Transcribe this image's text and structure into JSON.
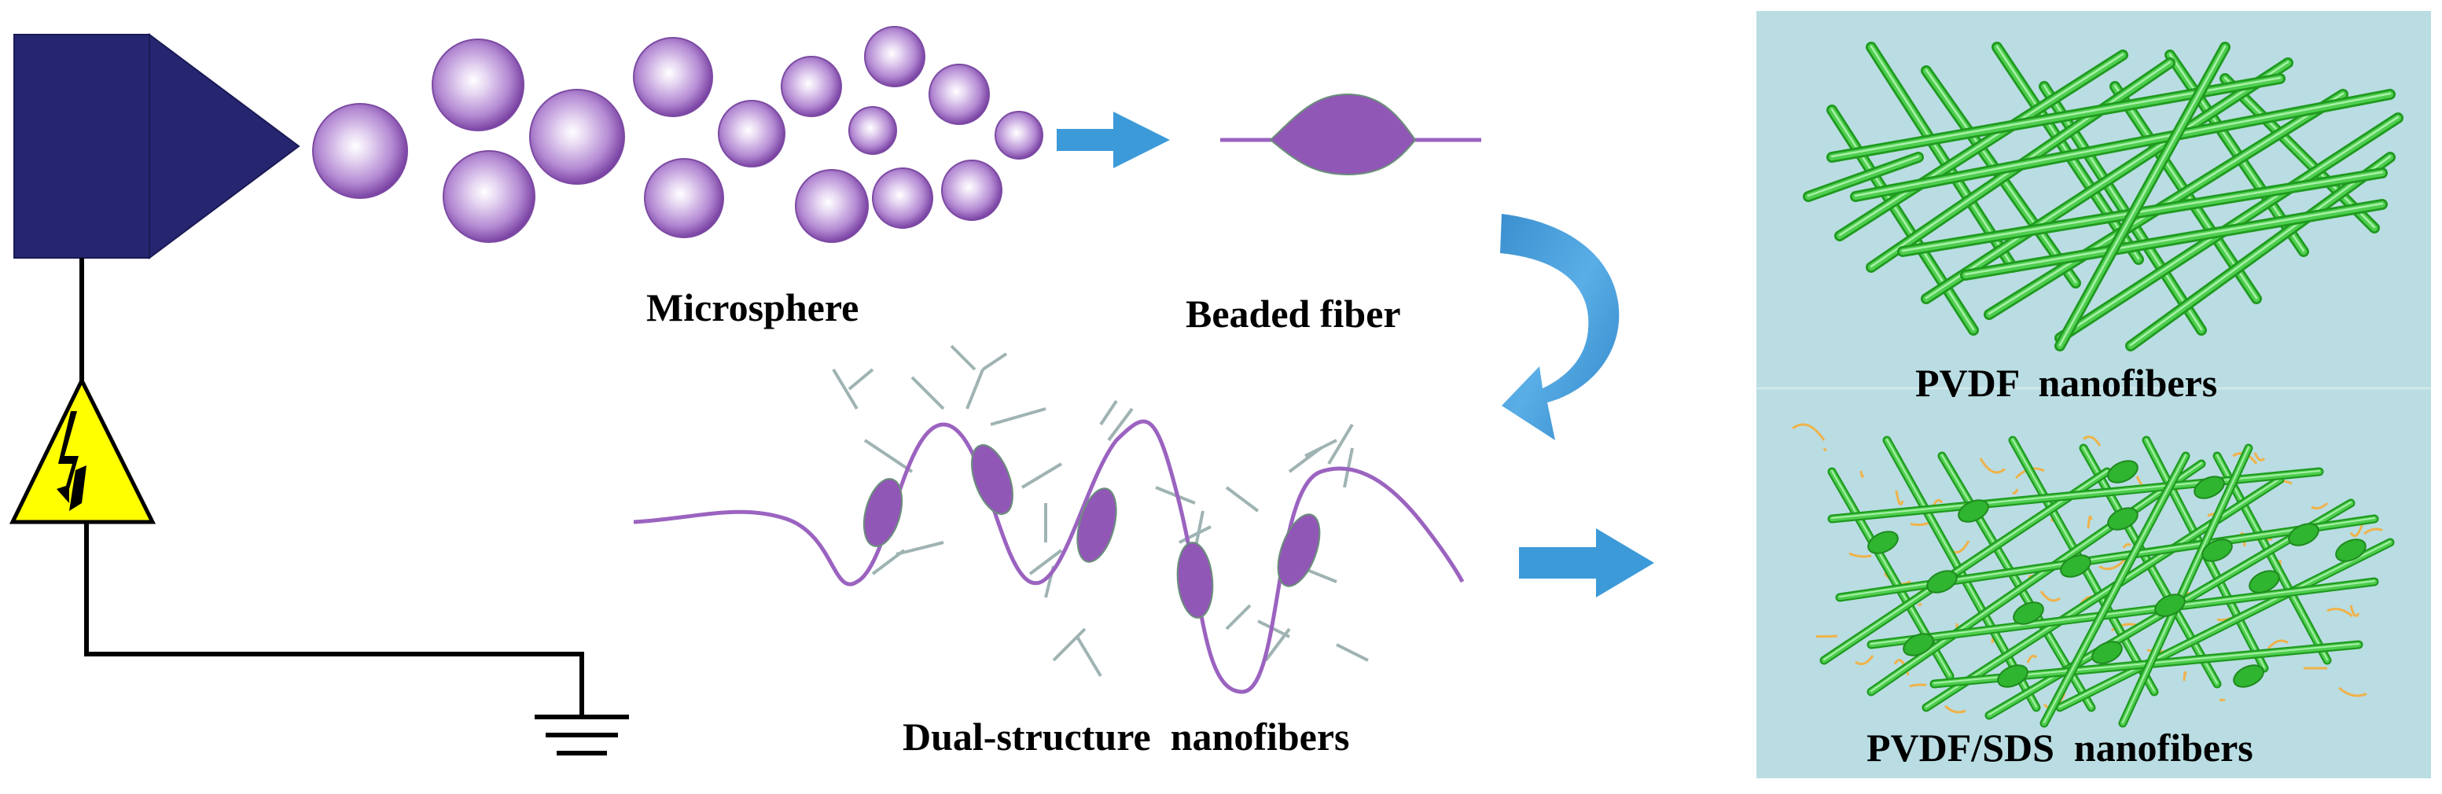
{
  "labels": {
    "microsphere": "Microsphere",
    "beaded_fiber": "Beaded fiber",
    "dual_structure": "Dual-structure  nanofibers",
    "pvdf": "PVDF  nanofibers",
    "pvdf_sds": "PVDF/SDS  nanofibers"
  },
  "icons": {
    "high_voltage": "high-voltage-icon",
    "ground": "ground-icon",
    "nozzle": "spinneret-nozzle-icon"
  },
  "colors": {
    "nozzle": "#262570",
    "sphere_light": "#ffffff",
    "sphere_mid": "#b48ad3",
    "sphere_dark": "#6a2f96",
    "fiber_purple": "#9b63c0",
    "bead_fill": "#9157b6",
    "arrow_blue": "#3d9ad8",
    "curved_arrow_blue": "#2f86c8",
    "panel_bg": "#b9dde2",
    "green_fiber": "#2fb52f",
    "green_light": "#8fe38f",
    "orange_fiber": "#f0b24a",
    "branch_gray": "#9fb3b3",
    "warning_yellow": "#ffff00"
  }
}
